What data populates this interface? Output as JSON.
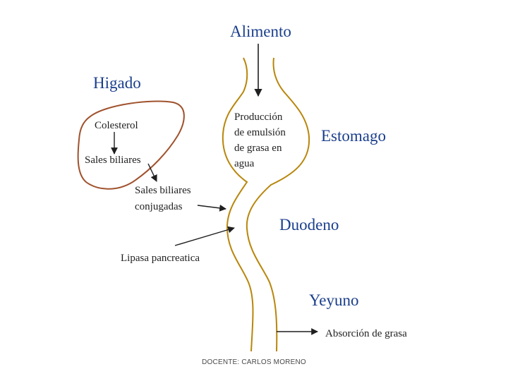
{
  "labels": {
    "alimento": "Alimento",
    "higado": "Higado",
    "estomago": "Estomago",
    "duodeno": "Duodeno",
    "yeyuno": "Yeyuno",
    "colesterol": "Colesterol",
    "sales_biliares": "Sales biliares",
    "sales_biliares_conjugadas": [
      "Sales biliares",
      "conjugadas"
    ],
    "emulsion": [
      "Producción",
      "de emulsión",
      "de grasa en",
      "agua"
    ],
    "lipasa": "Lipasa pancreatica",
    "absorcion": "Absorción de grasa"
  },
  "footer": "DOCENTE: CARLOS MORENO",
  "colors": {
    "organ_title": "#1a3e8c",
    "liver_outline": "#a0522d",
    "tract_outline": "#b8860b",
    "arrow": "#1f1f1f",
    "text": "#1f1f1f"
  }
}
